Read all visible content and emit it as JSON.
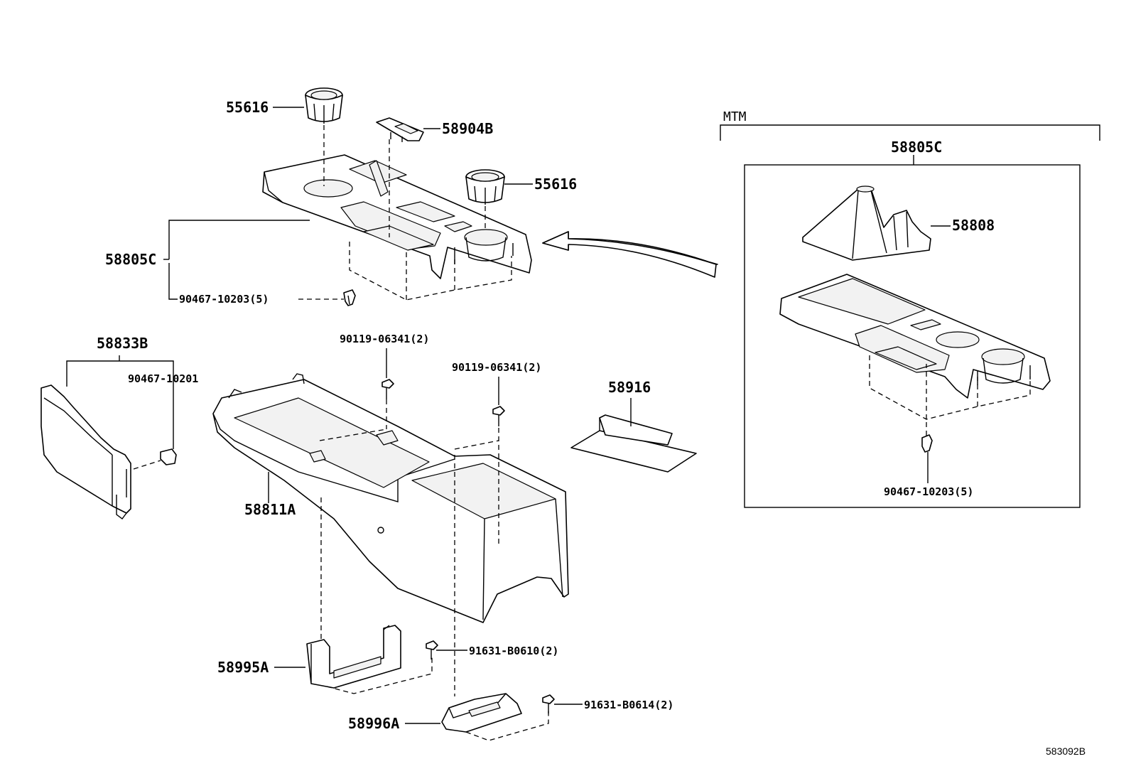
{
  "labels": {
    "p55616_top": "55616",
    "p58904b": "58904B",
    "p55616_right": "55616",
    "p58805c_left": "58805C",
    "p90467_10203_left": "90467-10203(5)",
    "mtm": "MTM",
    "p58805c_inset": "58805C",
    "p58808": "58808",
    "p90467_10203_inset": "90467-10203(5)",
    "p58833b": "58833B",
    "p90467_10201": "90467-10201",
    "p90119_a": "90119-06341(2)",
    "p90119_b": "90119-06341(2)",
    "p58916": "58916",
    "p58811a": "58811A",
    "p58995a": "58995A",
    "p91631_b0610": "91631-B0610(2)",
    "p58996a": "58996A",
    "p91631_b0614": "91631-B0614(2)",
    "diagram_ref": "583092B"
  }
}
